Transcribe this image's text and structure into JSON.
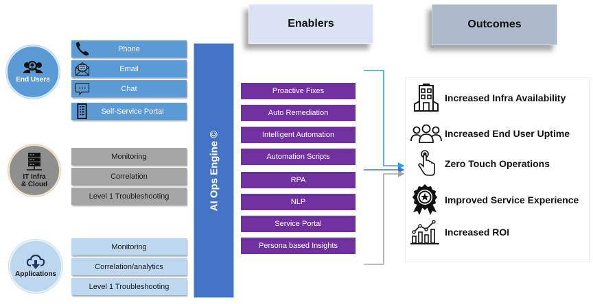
{
  "sources": [
    {
      "name": "End Users",
      "icon": "user-search-icon",
      "channels": [
        {
          "label": "Phone",
          "icon": "phone-icon"
        },
        {
          "label": "Email",
          "icon": "envelope-icon"
        },
        {
          "label": "Chat",
          "icon": "chat-icon"
        },
        {
          "label": "Self-Service Portal",
          "icon": "list-document-icon"
        }
      ]
    },
    {
      "name_line1": "IT Infra",
      "name_line2": "& Cloud",
      "icon": "server-icon",
      "channels": [
        {
          "label": "Monitoring"
        },
        {
          "label": "Correlation"
        },
        {
          "label": "Level 1 Troubleshooting"
        }
      ]
    },
    {
      "name": "Applications",
      "icon": "cloud-download-icon",
      "channels": [
        {
          "label": "Monitoring"
        },
        {
          "label": "Correlation/analytics"
        },
        {
          "label": "Level 1 Troubleshooting"
        }
      ]
    }
  ],
  "engine": {
    "label": "AI Ops Engine ©"
  },
  "enablers": {
    "title": "Enablers",
    "items": [
      "Proactive Fixes",
      "Auto Remediation",
      "Intelligent Automation",
      "Automation Scripts",
      "RPA",
      "NLP",
      "Service Portal",
      "Persona based Insights"
    ]
  },
  "outcomes": {
    "title": "Outcomes",
    "items": [
      {
        "label": "Increased Infra Availability",
        "icon": "building-icon"
      },
      {
        "label": "Increased End User Uptime",
        "icon": "users-group-icon"
      },
      {
        "label": "Zero Touch Operations",
        "icon": "hand-touch-icon"
      },
      {
        "label": "Improved Service Experience",
        "icon": "award-badge-icon"
      },
      {
        "label": "Increased ROI",
        "icon": "growth-chart-icon"
      }
    ]
  },
  "colors": {
    "end_users": "#5b9bd5",
    "infra": "#a5a5a5",
    "applications": "#bdd7ee",
    "engine": "#4472c4",
    "enabler": "#7030a0",
    "enablers_header": "#dae3f3",
    "outcomes_header": "#adb9ca",
    "connector_top": "#1ea7e8",
    "connector_mid": "#4472c4",
    "connector_bottom": "#a5a5a5"
  }
}
